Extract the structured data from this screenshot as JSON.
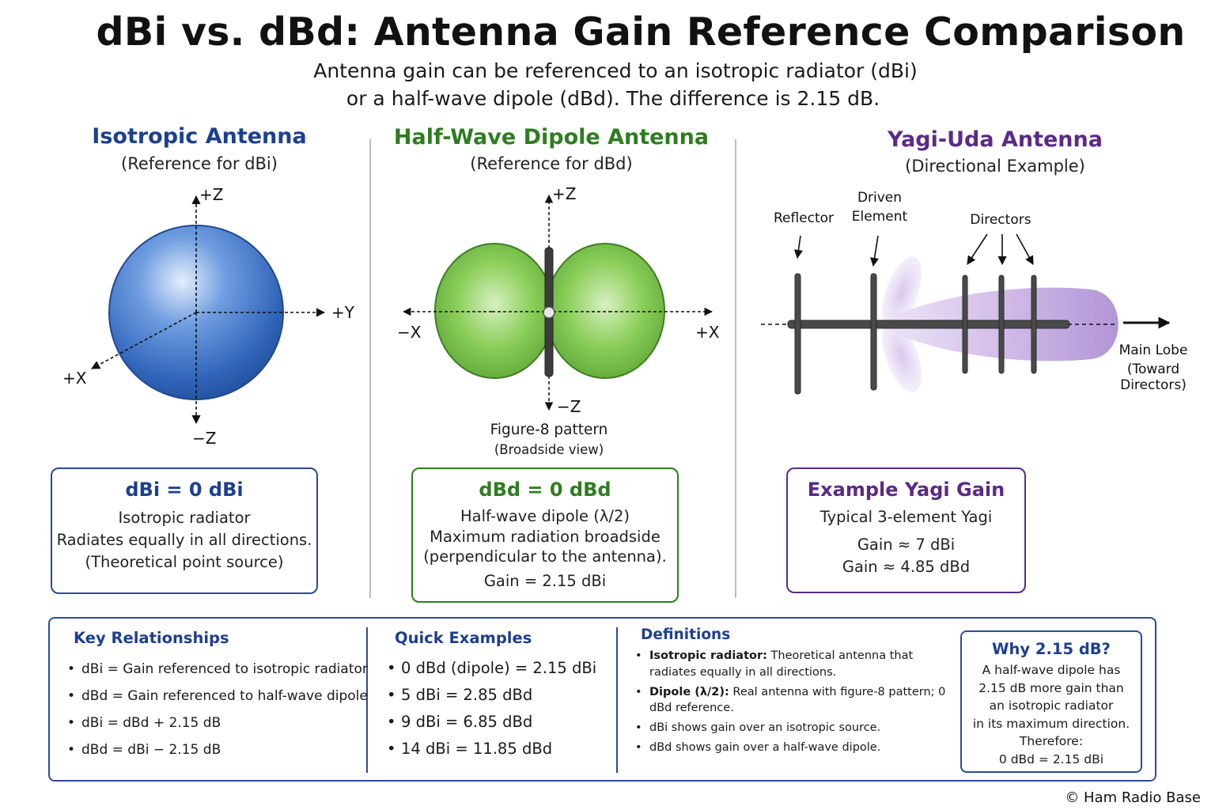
{
  "header": {
    "title": "dBi vs. dBd: Antenna Gain Reference Comparison",
    "subtitle_line1": "Antenna gain can be referenced to an isotropic radiator (dBi)",
    "subtitle_line2": "or a half-wave dipole (dBd).  The difference is 2.15 dB."
  },
  "colors": {
    "isotropic": "#1d3f8f",
    "dipole": "#2e7d1f",
    "yagi": "#5b2a86",
    "panel_border": "#2b4a9a"
  },
  "isotropic": {
    "title": "Isotropic Antenna",
    "subtitle": "(Reference for dBi)",
    "axes": {
      "pz": "+Z",
      "nz": "−Z",
      "py": "+Y",
      "px": "+X"
    },
    "box": {
      "heading": "dBi  =  0  dBi",
      "line1": "Isotropic radiator",
      "line2": "Radiates equally in all directions.",
      "line3": "(Theoretical point source)"
    }
  },
  "dipole": {
    "title": "Half-Wave Dipole Antenna",
    "subtitle": "(Reference for dBd)",
    "axes": {
      "pz": "+Z",
      "nz": "−Z",
      "nx": "−X",
      "px": "+X"
    },
    "caption1": "Figure-8 pattern",
    "caption2": "(Broadside view)",
    "box": {
      "heading": "dBd  =  0  dBd",
      "line1": "Half-wave dipole (λ/2)",
      "line2": "Maximum radiation broadside",
      "line3": "(perpendicular to the antenna).",
      "line4": "Gain  =  2.15 dBi"
    }
  },
  "yagi": {
    "title": "Yagi-Uda Antenna",
    "subtitle": "(Directional Example)",
    "labels": {
      "reflector": "Reflector",
      "driven1": "Driven",
      "driven2": "Element",
      "directors": "Directors",
      "lobe1": "Main Lobe",
      "lobe2": "(Toward Directors)"
    },
    "box": {
      "heading": "Example Yagi Gain",
      "line1": "Typical 3-element Yagi",
      "line2": "Gain  ≈  7 dBi",
      "line3": "Gain  ≈  4.85 dBd"
    }
  },
  "panel": {
    "key_relationships": {
      "heading": "Key Relationships",
      "items": [
        "dBi  =  Gain referenced to isotropic radiator",
        "dBd  =  Gain referenced to half-wave dipole",
        "dBi  =  dBd  +  2.15  dB",
        "dBd  =  dBi  −  2.15  dB"
      ]
    },
    "quick_examples": {
      "heading": "Quick Examples",
      "items": [
        "0  dBd  (dipole)  =  2.15  dBi",
        "5  dBi  =  2.85  dBd",
        "9  dBi  =  6.85  dBd",
        "14  dBi  =  11.85  dBd"
      ]
    },
    "definitions": {
      "heading": "Definitions",
      "d1_term": "Isotropic radiator:",
      "d1_text": " Theoretical antenna that radiates equally in all directions.",
      "d2_term": "Dipole (λ/2):",
      "d2_text": " Real antenna with figure-8 pattern; 0 dBd reference.",
      "d3": "dBi shows gain over an isotropic source.",
      "d4": "dBd shows gain over a half-wave dipole."
    },
    "why": {
      "heading": "Why 2.15 dB?",
      "line1": "A half-wave dipole has",
      "line2": "2.15 dB more gain than",
      "line3": "an isotropic radiator",
      "line4": "in its maximum direction.",
      "line5": "Therefore:",
      "line6": "0 dBd  =  2.15 dBi"
    }
  },
  "footer": {
    "copyright": "© Ham Radio Base"
  }
}
